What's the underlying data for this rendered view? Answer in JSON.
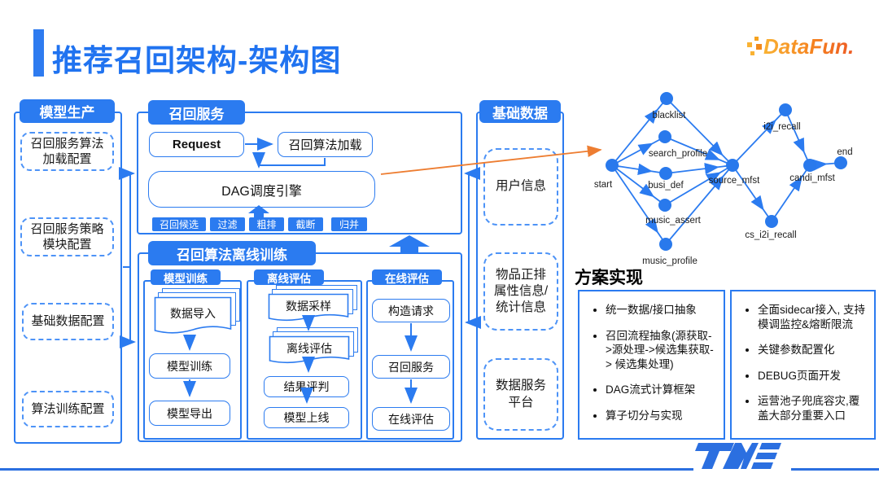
{
  "title": "推荐召回架构-架构图",
  "brand": {
    "datafun": "DataFun.",
    "tme": "TME"
  },
  "model_production": {
    "header": "模型生产",
    "items": [
      "召回服务算法加载配置",
      "召回服务策略模块配置",
      "基础数据配置",
      "算法训练配置"
    ]
  },
  "recall_service": {
    "header": "召回服务",
    "request": "Request",
    "algo_load": "召回算法加载",
    "dag_engine": "DAG调度引擎",
    "tags": [
      "召回候选",
      "过滤",
      "粗排",
      "截断",
      "归并"
    ]
  },
  "offline_training": {
    "header": "召回算法离线训练",
    "model_training": {
      "header": "模型训练",
      "steps": [
        "数据导入",
        "模型训练",
        "模型导出"
      ]
    },
    "offline_eval": {
      "header": "离线评估",
      "steps": [
        "数据采样",
        "离线评估",
        "结果评判",
        "模型上线"
      ]
    },
    "online_eval": {
      "header": "在线评估",
      "steps": [
        "构造请求",
        "召回服务",
        "在线评估"
      ]
    }
  },
  "base_data": {
    "header": "基础数据",
    "items": [
      "用户信息",
      "物品正排属性信息/统计信息",
      "数据服务平台"
    ]
  },
  "dag_graph": {
    "nodes": [
      "start",
      "blacklist",
      "search_profile",
      "busi_def",
      "music_assert",
      "music_profile",
      "source_mfst",
      "i2i_recall",
      "cs_i2i_recall",
      "candi_mfst",
      "end"
    ],
    "edges": [
      [
        "start",
        "blacklist"
      ],
      [
        "start",
        "search_profile"
      ],
      [
        "start",
        "busi_def"
      ],
      [
        "start",
        "music_assert"
      ],
      [
        "start",
        "music_profile"
      ],
      [
        "blacklist",
        "source_mfst"
      ],
      [
        "search_profile",
        "source_mfst"
      ],
      [
        "busi_def",
        "source_mfst"
      ],
      [
        "music_assert",
        "source_mfst"
      ],
      [
        "music_profile",
        "source_mfst"
      ],
      [
        "source_mfst",
        "i2i_recall"
      ],
      [
        "source_mfst",
        "cs_i2i_recall"
      ],
      [
        "i2i_recall",
        "candi_mfst"
      ],
      [
        "cs_i2i_recall",
        "candi_mfst"
      ],
      [
        "candi_mfst",
        "end"
      ]
    ]
  },
  "solution": {
    "title": "方案实现",
    "left_bullets": [
      "统一数据/接口抽象",
      "召回流程抽象(源获取->源处理->候选集获取-> 候选集处理)",
      "DAG流式计算框架",
      "算子切分与实现"
    ],
    "right_bullets": [
      "全面sidecar接入, 支持模调监控&熔断限流",
      "关键参数配置化",
      "DEBUG页面开发",
      "运营池子兜底容灾,覆盖大部分重要入口"
    ]
  },
  "colors": {
    "primary_blue": "#2B7BF0",
    "dashed_blue": "#4D93F7",
    "title_blue": "#2073F0",
    "node_blue": "#2979EC",
    "orange_arrow": "#ED7D31",
    "logo_orange": "#F5821F",
    "footer_blue": "#2B6FE0"
  }
}
